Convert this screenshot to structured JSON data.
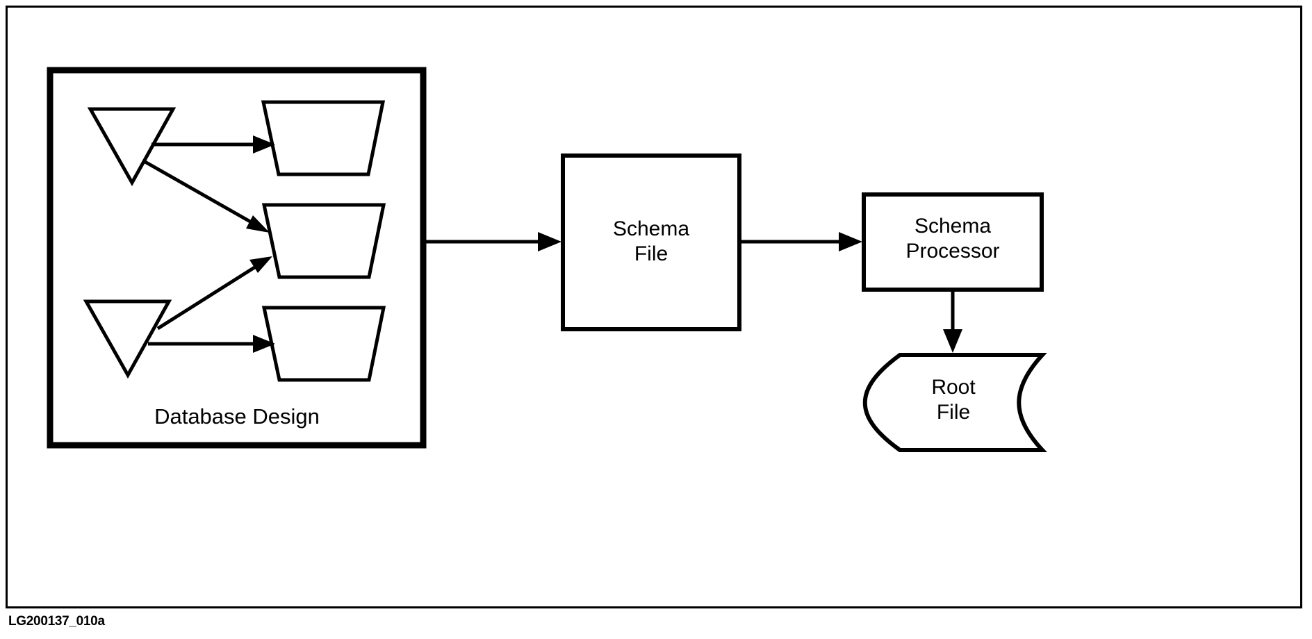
{
  "figure": {
    "caption_id": "LG200137_010a",
    "stroke_color": "#000000",
    "fill_color": "#ffffff"
  },
  "group": {
    "label": "Database Design",
    "entities": [
      {
        "name": "entity-triangle-top",
        "shape": "inverted-triangle"
      },
      {
        "name": "entity-triangle-bottom",
        "shape": "inverted-triangle"
      }
    ],
    "records": [
      {
        "name": "record-trapezoid-top",
        "shape": "trapezoid"
      },
      {
        "name": "record-trapezoid-middle",
        "shape": "trapezoid"
      },
      {
        "name": "record-trapezoid-bottom",
        "shape": "trapezoid"
      }
    ],
    "internal_links": [
      {
        "from": "entity-triangle-top",
        "to": "record-trapezoid-top"
      },
      {
        "from": "entity-triangle-top",
        "to": "record-trapezoid-middle"
      },
      {
        "from": "entity-triangle-bottom",
        "to": "record-trapezoid-middle"
      },
      {
        "from": "entity-triangle-bottom",
        "to": "record-trapezoid-bottom"
      }
    ]
  },
  "nodes": {
    "schema_file": {
      "label": "Schema\nFile",
      "shape": "rectangle"
    },
    "schema_processor": {
      "label": "Schema\nProcessor",
      "shape": "rectangle"
    },
    "root_file": {
      "label": "Root\nFile",
      "shape": "storage-tape"
    }
  },
  "flow_links": [
    {
      "name": "link-design-to-schema-file",
      "from": "Database Design",
      "to": "Schema File"
    },
    {
      "name": "link-schema-file-to-processor",
      "from": "Schema File",
      "to": "Schema Processor"
    },
    {
      "name": "link-processor-to-root-file",
      "from": "Schema Processor",
      "to": "Root File"
    }
  ]
}
